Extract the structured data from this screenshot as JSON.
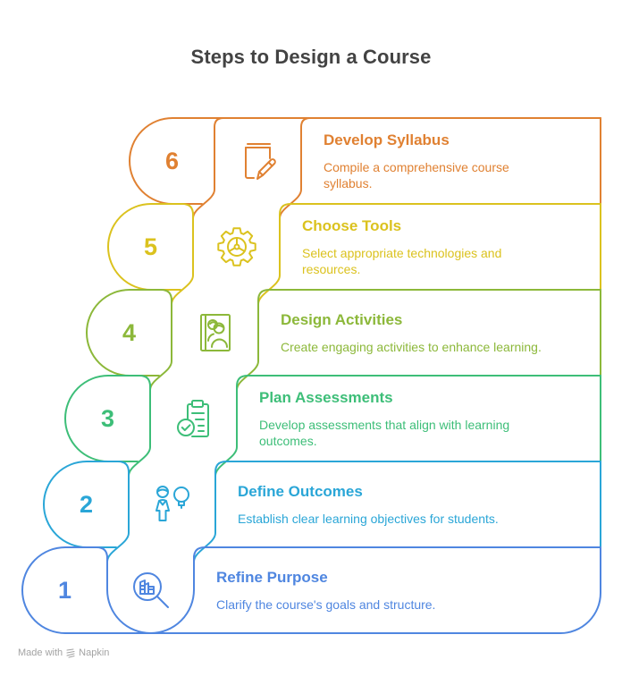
{
  "title": "Steps to Design a Course",
  "steps": [
    {
      "number": "6",
      "title": "Develop Syllabus",
      "description": [
        "Compile a comprehensive course",
        "syllabus."
      ],
      "color": "#E08132",
      "icon": "book-pencil-icon"
    },
    {
      "number": "5",
      "title": "Choose Tools",
      "description": [
        "Select appropriate technologies and",
        "resources."
      ],
      "color": "#DBC21E",
      "icon": "gear-icon"
    },
    {
      "number": "4",
      "title": "Design Activities",
      "description": [
        "Create engaging activities to enhance learning."
      ],
      "color": "#8CB83A",
      "icon": "people-book-icon"
    },
    {
      "number": "3",
      "title": "Plan Assessments",
      "description": [
        "Develop assessments that align with learning",
        "outcomes."
      ],
      "color": "#3DBE78",
      "icon": "clipboard-check-icon"
    },
    {
      "number": "2",
      "title": "Define Outcomes",
      "description": [
        "Establish clear learning objectives for students."
      ],
      "color": "#2AA6D7",
      "icon": "person-lightbulb-icon"
    },
    {
      "number": "1",
      "title": "Refine Purpose",
      "description": [
        "Clarify the course's goals and structure."
      ],
      "color": "#4F86E0",
      "icon": "magnifier-building-icon"
    }
  ],
  "footer": {
    "made_with": "Made with",
    "brand": "Napkin",
    "color": "#A3A3A3"
  }
}
